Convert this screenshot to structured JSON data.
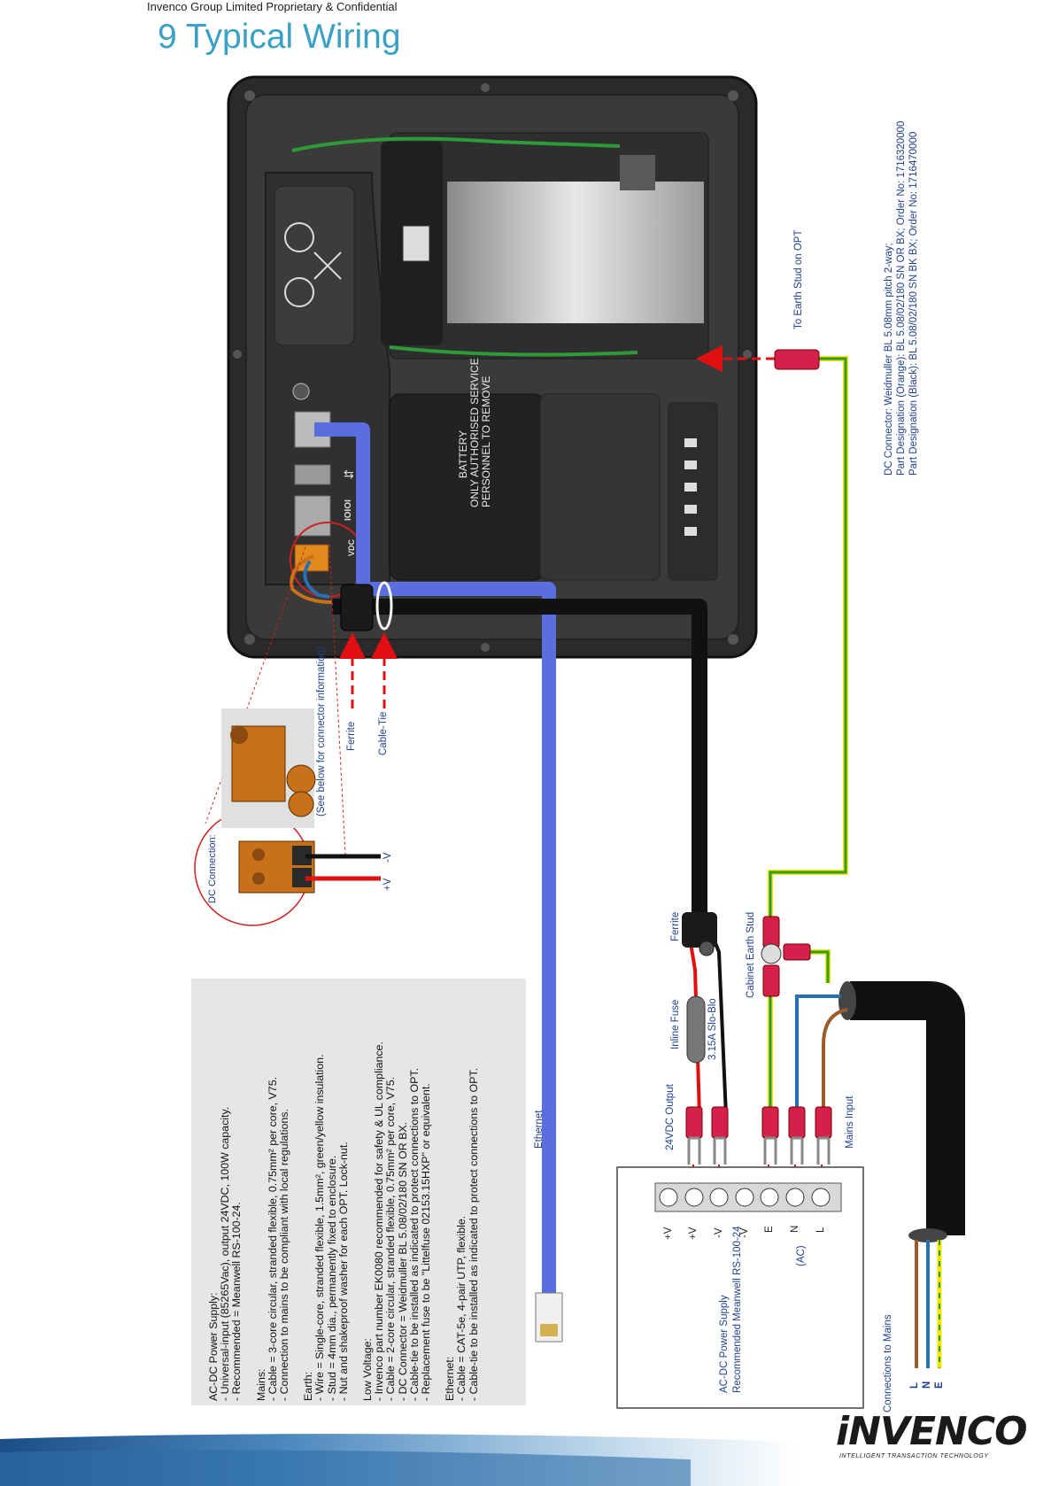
{
  "header": {
    "confidential": "Invenco Group Limited Proprietary & Confidential",
    "section_title": "9 Typical Wiring"
  },
  "device": {
    "battery_line1": "BATTERY",
    "battery_line2": "ONLY AUTHORISED SERVICE",
    "battery_line3": "PERSONNEL TO REMOVE",
    "port_label_vdc": "VDC",
    "port_label_ioioi": "IOIOI"
  },
  "labels": {
    "ferrite_device": "Ferrite",
    "cable_tie": "Cable-Tie",
    "see_below": "(See below for connector information)",
    "dc_connection": "DC Connection:",
    "plus_v": "+V",
    "minus_v": "-V",
    "to_earth_stud": "To Earth Stud on OPT",
    "ethernet": "Ethernet",
    "ferrite_psu": "Ferrite",
    "inline_fuse": "Inline Fuse",
    "fuse_rating": "3.15A Slo-Blo",
    "output_24vdc": "24VDC Output",
    "cabinet_earth_stud": "Cabinet Earth Stud",
    "mains_input": "Mains Input",
    "connections_to_mains": "Connections to Mains",
    "mains_l": "L",
    "mains_n": "N",
    "mains_e": "E",
    "psu_title": "AC-DC Power Supply",
    "psu_subtitle": "Recommended Meanwell RS-100-24",
    "psu_ac": "(AC)"
  },
  "terminals": [
    "+V",
    "+V",
    "-V",
    "-V",
    "E",
    "N",
    "L"
  ],
  "dc_connector_note": {
    "line1": "DC Connector: Weidmuller BL 5.08mm pitch 2-way;",
    "line2": "Part Designation (Orange): BL 5.08/02/180 SN OR BX; Order No: 1716320000",
    "line3": "Part Designation (Black): BL 5.08/02/180 SN BK BX; Order No: 1716470000"
  },
  "notes": [
    {
      "heading": "AC-DC Power Supply:",
      "lines": [
        "- Universal-input (85265Vac), output 24VDC, 100W capacity.",
        "- Recommended = Meanwell RS-100-24."
      ]
    },
    {
      "heading": "Mains:",
      "lines": [
        "- Cable  = 3-core circular, stranded flexible, 0.75mm² per core, V75.",
        "- Connection to mains to be compliant with local regulations."
      ]
    },
    {
      "heading": "Earth:",
      "lines": [
        "- Wire = Single-core, stranded flexible, 1.5mm², green/yellow insulation.",
        "- Stud = 4mm dia., permanently fixed to enclosure.",
        "- Nut and shakeproof washer for each OPT. Lock-nut."
      ]
    },
    {
      "heading": "Low Voltage:",
      "lines": [
        "- Invenco part number EK0080 recommended for safety & UL compliance.",
        "- Cable = 2-core circular, stranded flexible, 0.75mm² per core, V75.",
        "- DC Connector = Weidmuller BL 5.08/02/180 SN OR BX.",
        "- Cable-tie to be installed as indicated to protect connections to OPT.",
        "- Replacement fuse to be \"Littelfuse 02153.15HXP\" or equivalent."
      ]
    },
    {
      "heading": "Ethernet:",
      "lines": [
        "- Cable = CAT-5e, 4-pair UTP, flexible.",
        "- Cable-tie to be installed as indicated to protect connections to OPT."
      ]
    }
  ],
  "logo": {
    "wordmark": "iNVENCO",
    "tagline": "INTELLIGENT TRANSACTION TECHNOLOGY"
  },
  "colors": {
    "title": "#3aa0c4",
    "label": "#1f3f8f",
    "ethernet_cable": "#5a6ee0",
    "arrow": "#e01010",
    "earth_green": "#2f9a3a",
    "earth_yellow": "#f2e600",
    "live_brown": "#9a5a2a",
    "neutral_blue": "#2a6fb0",
    "connector_orange": "#c8701a"
  }
}
